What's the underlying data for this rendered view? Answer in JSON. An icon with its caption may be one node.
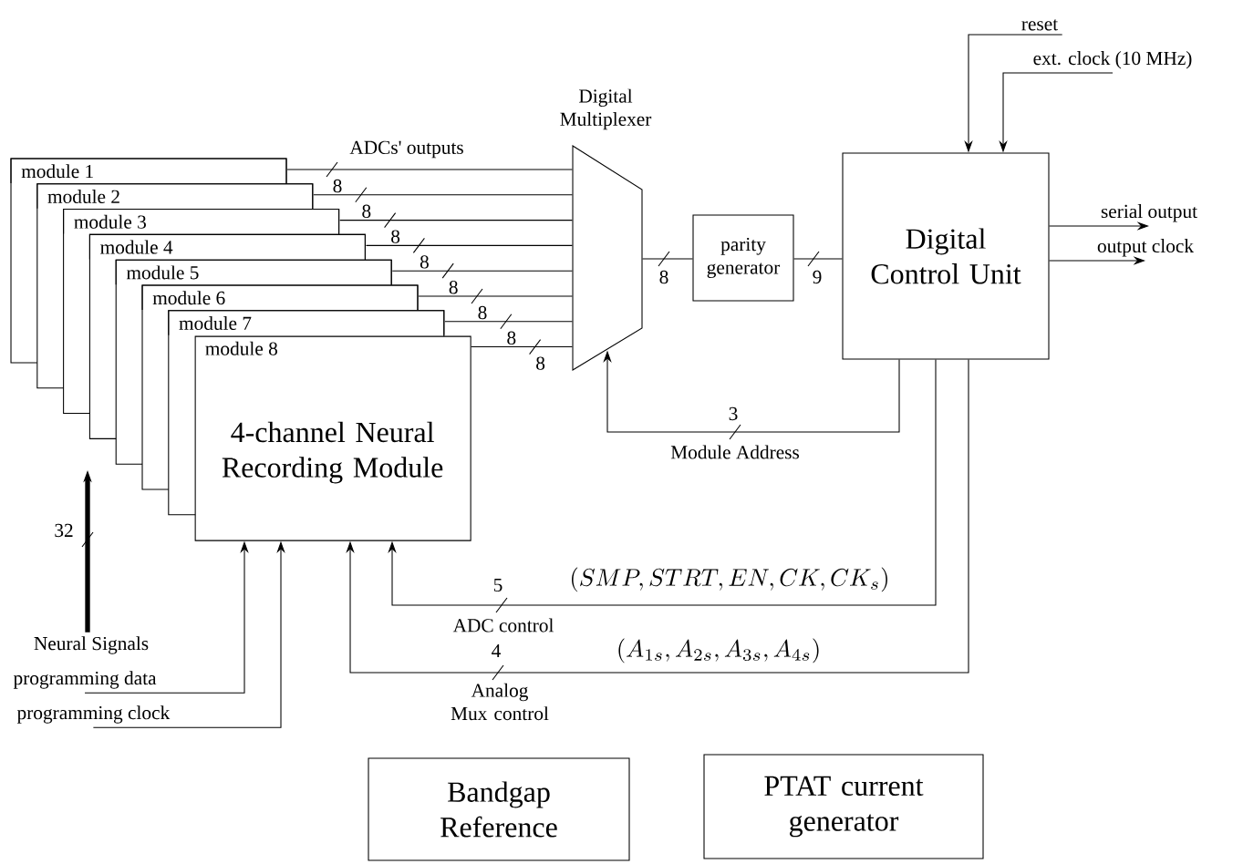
{
  "diagram": {
    "nodes": [
      {
        "text": [
          "module 1"
        ]
      },
      {
        "text": [
          "module 2"
        ]
      },
      {
        "text": [
          "module 3"
        ]
      },
      {
        "text": [
          "module 4"
        ]
      },
      {
        "text": [
          "module 5"
        ]
      },
      {
        "text": [
          "module 6"
        ]
      },
      {
        "text": [
          "module 7"
        ]
      },
      {
        "text": [
          "module 8",
          "4-channel Neural Recording Module"
        ]
      },
      {
        "text": [
          "Digital Multiplexer"
        ]
      },
      {
        "text": [
          "parity generator"
        ]
      },
      {
        "text": [
          "Digital Control Unit"
        ]
      },
      {
        "text": [
          "Bandgap Reference"
        ]
      },
      {
        "text": [
          "PTAT current generator"
        ]
      },
      {
        "text": [
          "Neural Signals"
        ]
      },
      {
        "text": [
          "programming data"
        ]
      },
      {
        "text": [
          "programming clock"
        ]
      },
      {
        "text": [
          "reset"
        ]
      },
      {
        "text": [
          "ext. clock (10 MHz)"
        ]
      },
      {
        "text": [
          "serial output"
        ]
      },
      {
        "text": [
          "output clock"
        ]
      }
    ],
    "edges": [
      {
        "from": 0,
        "to": 8,
        "arrow": "none",
        "label": "8"
      },
      {
        "from": 1,
        "to": 8,
        "arrow": "none",
        "label": "8"
      },
      {
        "from": 2,
        "to": 8,
        "arrow": "none",
        "label": "8"
      },
      {
        "from": 3,
        "to": 8,
        "arrow": "none",
        "label": "8"
      },
      {
        "from": 4,
        "to": 8,
        "arrow": "none",
        "label": "8"
      },
      {
        "from": 5,
        "to": 8,
        "arrow": "none",
        "label": "8"
      },
      {
        "from": 6,
        "to": 8,
        "arrow": "none",
        "label": "8"
      },
      {
        "from": 7,
        "to": 8,
        "arrow": "none",
        "label": "8"
      },
      {
        "from": 8,
        "to": 9,
        "arrow": "none",
        "label": "8"
      },
      {
        "from": 9,
        "to": 10,
        "arrow": "none",
        "label": "9"
      },
      {
        "from": 10,
        "to": 8,
        "arrow": "to",
        "label": "3"
      },
      {
        "from": 10,
        "to": 7,
        "arrow": "to",
        "label": "5"
      },
      {
        "from": 10,
        "to": 7,
        "arrow": "to",
        "label": "4"
      },
      {
        "from": 13,
        "to": null,
        "arrow": "to",
        "label": "32",
        "style": "thick"
      },
      {
        "from": 14,
        "to": 7,
        "arrow": "to"
      },
      {
        "from": 15,
        "to": 7,
        "arrow": "to"
      },
      {
        "from": 16,
        "to": 10,
        "arrow": "to"
      },
      {
        "from": 17,
        "to": 10,
        "arrow": "to"
      },
      {
        "from": 10,
        "to": 18,
        "arrow": "to"
      },
      {
        "from": 10,
        "to": 19,
        "arrow": "to"
      }
    ],
    "labels": [
      "ADCs' outputs",
      "Module Address",
      "(SMP, STRT, EN, CK, CK_s)",
      "ADC control",
      "(A_{1s}, A_{2s}, A_{3s}, A_{4s})",
      "Analog Mux control"
    ]
  }
}
